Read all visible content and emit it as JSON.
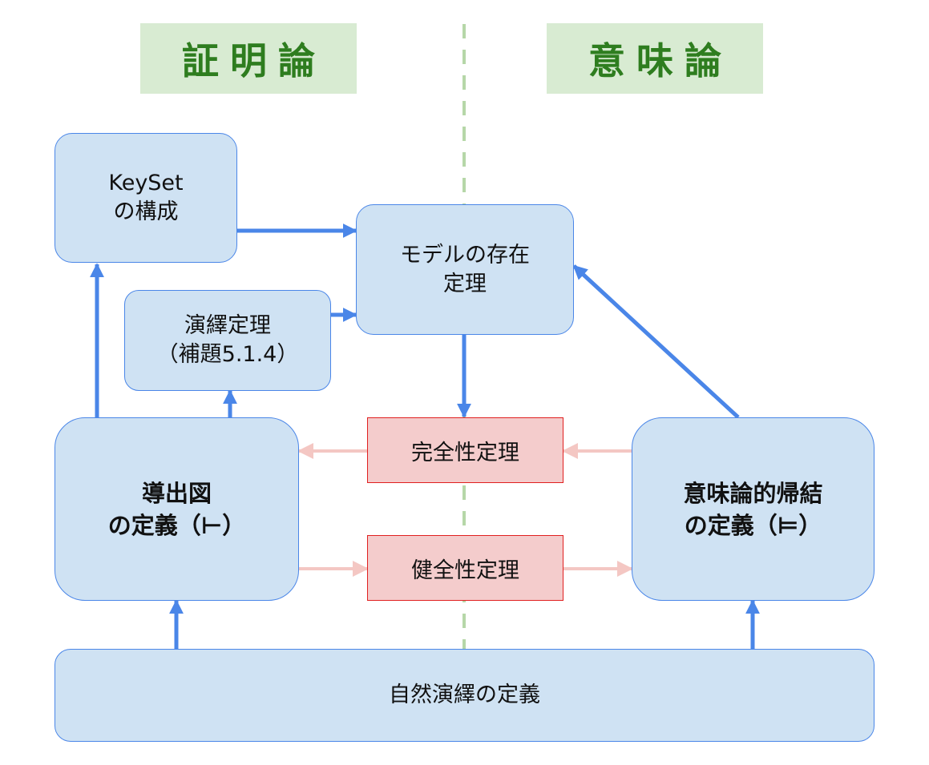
{
  "headers": {
    "proof_theory": "証明論",
    "semantics": "意味論"
  },
  "boxes": {
    "keyset": {
      "line1": "KeySet",
      "line2": "の構成"
    },
    "model_existence": {
      "line1": "モデルの存在",
      "line2": "定理"
    },
    "deduction_theorem": {
      "line1": "演繹定理",
      "line2": "（補題5.1.4）"
    },
    "derivation": {
      "line1": "導出図",
      "line2": "の定義（⊢）"
    },
    "consequence": {
      "line1": "意味論的帰結",
      "line2": "の定義（⊨）"
    },
    "natural_deduction": {
      "label": "自然演繹の定義"
    }
  },
  "theorems": {
    "completeness": "完全性定理",
    "soundness": "健全性定理"
  },
  "colors": {
    "header_bg": "#d8ebd2",
    "header_text": "#2e7d1f",
    "box_fill": "#cfe2f3",
    "box_border": "#4a86e8",
    "theorem_fill": "#f4cccc",
    "theorem_border": "#e02020",
    "arrow_blue": "#4a86e8",
    "arrow_pink": "#f4c7c3",
    "divider": "#b6d7a8"
  }
}
